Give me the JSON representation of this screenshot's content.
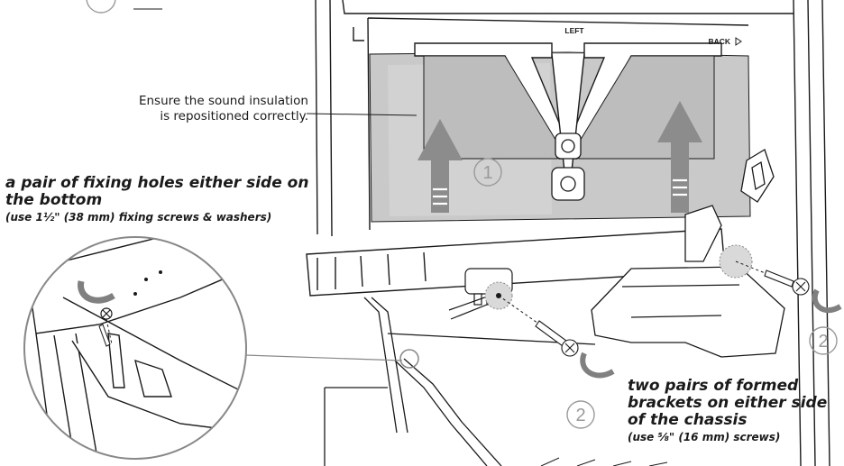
{
  "panel_labels": {
    "left": "LEFT",
    "back": "BACK"
  },
  "step_markers": {
    "step_one": "1",
    "step_two": "2"
  },
  "callout": {
    "line1": "Ensure the sound insulation",
    "line2": "is repositioned correctly."
  },
  "bottom_fixing": {
    "title": "a pair of fixing holes either side on the bottom",
    "note": "(use 1½\" (38 mm) fixing screws & washers)"
  },
  "side_fixing": {
    "title": "two pairs of formed brackets on either side of the chassis",
    "note": "(use ⅝\" (16 mm) screws)"
  },
  "colors": {
    "line": "#1a1a1a",
    "insulation": "#c9c9c9",
    "arrow": "#8c8c8c",
    "marker": "#9a9a9a",
    "screw_ring": "#808080"
  }
}
